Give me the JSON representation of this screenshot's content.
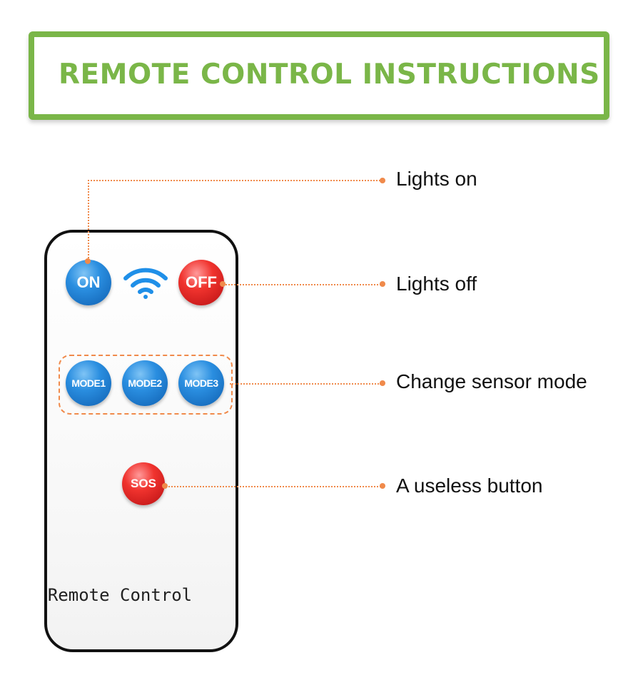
{
  "title": "REMOTE CONTROL INSTRUCTIONS",
  "remote": {
    "label": "Remote Control",
    "buttons": {
      "on": "ON",
      "off": "OFF",
      "mode1": "MODE1",
      "mode2": "MODE2",
      "mode3": "MODE3",
      "sos": "SOS"
    },
    "icons": [
      "wifi-icon"
    ]
  },
  "callouts": {
    "lights_on": "Lights on",
    "lights_off": "Lights off",
    "change_mode": "Change sensor mode",
    "sos": "A useless button"
  },
  "colors": {
    "accent_green": "#7ab648",
    "callout_orange": "#f08a4b",
    "button_blue": "#2a8ee0",
    "button_red": "#f0332e"
  }
}
